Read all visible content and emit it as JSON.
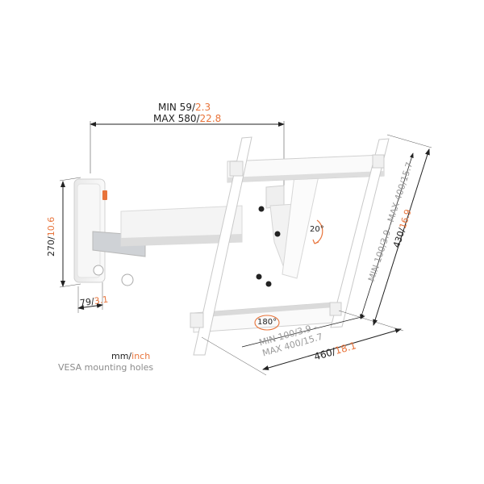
{
  "diagram": {
    "subject": "TV wall mount bracket (full-motion, white)",
    "accent_color": "#e8743b",
    "dimensions": {
      "arm_extension": {
        "min_mm": "MIN 59/",
        "min_inch": "2.3",
        "max_mm": "MAX 580/",
        "max_inch": "22.8"
      },
      "wall_plate_height": {
        "mm": "270/",
        "inch": "10.6"
      },
      "wall_plate_width": {
        "mm": "79/",
        "inch": "3.1"
      },
      "plate_width": {
        "mm": "460/",
        "inch": "18.1"
      },
      "plate_height": {
        "mm": "430/",
        "inch": "16.9"
      },
      "vesa_horizontal": {
        "line1": "MIN 100/3.9 -",
        "line2": "MAX 400/15.7"
      },
      "vesa_vertical": {
        "text": "MIN 100/3.9 - MAX 400/15.7"
      }
    },
    "rotation": {
      "tilt": "20°",
      "swivel": "180°"
    },
    "legend": {
      "units_mm": "mm/",
      "units_inch": "inch",
      "note": "VESA mounting holes"
    }
  }
}
